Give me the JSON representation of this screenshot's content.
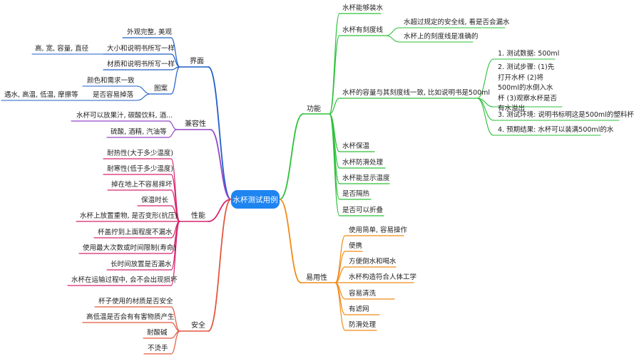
{
  "center": "水杯测试用例",
  "branches": {
    "gongneng": {
      "label": "功能",
      "color": "#2ec03a",
      "items": [
        "水杯能够装水",
        "水杯有刻度线",
        "水杯的容量与其刻度线一致, 比如说明书是500ml",
        "水杯保温",
        "水杯防滑处理",
        "水杯能显示温度",
        "是否隔热",
        "是否可以折叠"
      ],
      "kedu_sub": [
        "水超过规定的安全线, 看是否会漏水",
        "水杯上的刻度线是准确的"
      ],
      "rongliang_sub": [
        "1. 测试数据: 500ml",
        "2. 测试步骤: (1)先打开水杯 (2)将500ml的水倒入水杯 (3)观察水杯是否有水溢出",
        "3. 测试环境: 说明书标明这是500ml的塑料杯",
        "4. 预期结果: 水杯可以装满500ml的水"
      ]
    },
    "yiyong": {
      "label": "易用性",
      "color": "#f08a17",
      "items": [
        "使用简单, 容易操作",
        "便携",
        "方便倒水和喝水",
        "水杯构造符合人体工学",
        "容易清洗",
        "有滤网",
        "防滑处理"
      ]
    },
    "jiemian": {
      "label": "界面",
      "color": "#1f5fc8",
      "items": [
        "外观完整, 美观",
        "大小和说明书所写一样",
        "材质和说明书所写一样",
        "图案"
      ],
      "daxiao_sub": "高, 宽, 容量, 直径",
      "tuan_sub": [
        "颜色和需求一致",
        "是否容易掉落"
      ],
      "diaoluo_sub": "遇水, 高温, 低温, 摩擦等"
    },
    "jianrong": {
      "label": "兼容性",
      "color": "#9346c8",
      "items": [
        "水杯可以放果汁, 碳酸饮料, 酒...",
        "硫酸, 酒精, 汽油等"
      ]
    },
    "xingneng": {
      "label": "性能",
      "color": "#d6246e",
      "items": [
        "耐热性(大于多少温度)",
        "耐寒性(低于多少温度)",
        "掉在地上不容易摔坏",
        "保温时长",
        "水杯上放置重物, 是否变形(抗压)",
        "杯盖拧到上面程度不漏水",
        "使用最大次数或时间限制(寿命)",
        "长时间放置是否漏水",
        "水杯在运输过程中, 会不会出现损坏"
      ]
    },
    "anquan": {
      "label": "安全",
      "color": "#e3573d",
      "items": [
        "杯子使用的材质是否安全",
        "高低温是否会有有害物质产生",
        "耐酸碱",
        "不烫手"
      ]
    }
  }
}
